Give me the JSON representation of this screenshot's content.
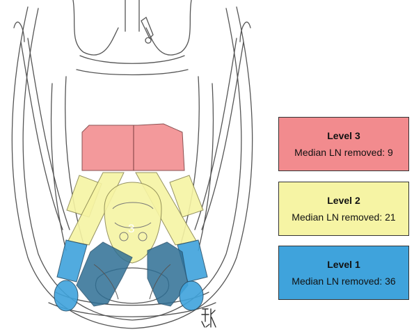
{
  "colors": {
    "level3": "#f28b8e",
    "level2": "#f6f4a4",
    "level1": "#3fa3dc",
    "level1_dark": "#2f6f95",
    "outline": "#333333"
  },
  "center_marker": "3",
  "signature": "mark",
  "legend": [
    {
      "title": "Level 3",
      "text": "Median LN removed: 9"
    },
    {
      "title": "Level 2",
      "text": "Median LN removed: 21"
    },
    {
      "title": "Level 1",
      "text": "Median LN removed: 36"
    }
  ]
}
